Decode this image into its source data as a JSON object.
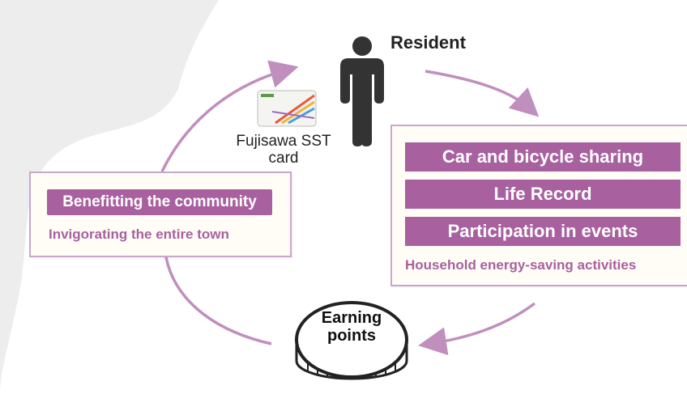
{
  "resident": {
    "label": "Resident"
  },
  "card": {
    "label_line1": "Fujisawa SST",
    "label_line2": "card"
  },
  "left_box": {
    "highlight": "Benefitting the community",
    "caption": "Invigorating the entire town"
  },
  "right_box": {
    "items": [
      "Car and bicycle sharing",
      "Life Record",
      "Participation in events"
    ],
    "caption": "Household energy-saving activities"
  },
  "coin": {
    "line1": "Earning",
    "line2": "points"
  },
  "colors": {
    "accent": "#a8609f",
    "arrow": "#c08fbe",
    "box_border": "#c9a7cb",
    "box_fill": "#fffdf6",
    "background_shape": "#ededed",
    "person": "#333333"
  },
  "icons": [
    "person-icon",
    "card-icon",
    "coin-icon"
  ]
}
